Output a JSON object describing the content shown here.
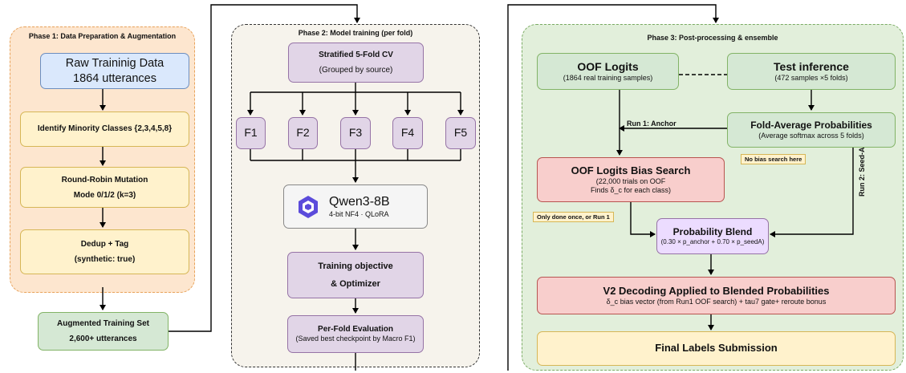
{
  "phase1": {
    "title": "Phase 1: Data Preparation & Augmentation",
    "raw_data_line1": "Raw Traininig Data",
    "raw_data_line2": "1864 utterances",
    "minority": "Identify Minority Classes {2,3,4,5,8}",
    "mutation_line1": "Round-Robin Mutation",
    "mutation_line2": "Mode 0/1/2 (k=3)",
    "dedup_line1": "Dedup + Tag",
    "dedup_line2": "(synthetic: true)"
  },
  "augmented": {
    "line1": "Augmented Training Set",
    "line2": "2,600+ utterances"
  },
  "phase2": {
    "title": "Phase 2: Model training (per fold)",
    "cv_line1": "Stratified 5-Fold CV",
    "cv_line2": "(Grouped by source)",
    "folds": [
      "F1",
      "F2",
      "F3",
      "F4",
      "F5"
    ],
    "model_name": "Qwen3-8B",
    "model_sub": "4-bit NF4 · QLoRA",
    "model_icon": "qwen-logo-icon",
    "objective_line1": "Training objective",
    "objective_line2": "& Optimizer",
    "eval_line1": "Per-Fold Evaluation",
    "eval_line2": "(Saved best checkpoint by Macro F1)"
  },
  "phase3": {
    "title": "Phase 3: Post-processing & ensemble",
    "oof_title": "OOF Logits",
    "oof_sub": "(1864 real training samples)",
    "test_title": "Test inference",
    "test_sub": "(472 samples ×5 folds)",
    "foldavg_title": "Fold-Average Probabilities",
    "foldavg_sub": "(Average softmax across 5 folds)",
    "no_bias_note": "No bias search here",
    "bias_title": "OOF Logits Bias Search",
    "bias_sub1": "(22,000 trials on OOF",
    "bias_sub2": "Finds δ_c for each class)",
    "once_note": "Only done once, or Run 1",
    "blend_title": "Probability Blend",
    "blend_sub": "(0.30 × p_anchor + 0.70 × p_seedA)",
    "run1_label": "Run 1: Anchor",
    "run2_label": "Run 2: Seed-A",
    "v2_title": "V2 Decoding Applied to Blended Probabilities",
    "v2_sub": "δ_c bias vector (from Run1 OOF search) + tau7 gate+ reroute bonus",
    "final_title": "Final Labels Submission"
  },
  "colors": {
    "blue": "#dae8fc",
    "yellow": "#fff2cc",
    "green": "#d5e8d4",
    "purple": "#e1d5e7",
    "red": "#f8cecc",
    "phase1_bg": "#fde6cf",
    "phase3_bg": "#e2efdb",
    "qwen_logo": "#5b4bdb"
  }
}
